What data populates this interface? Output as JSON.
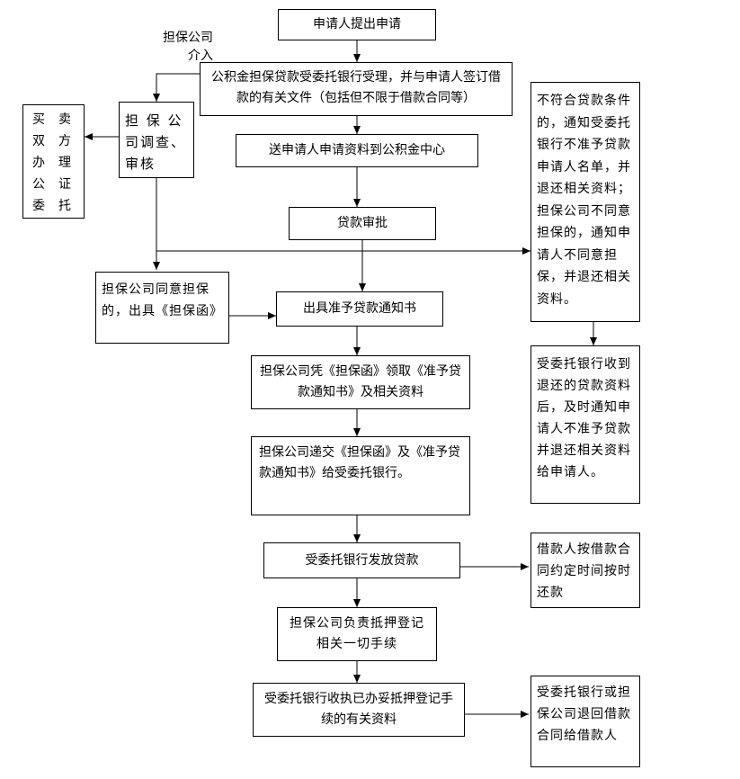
{
  "diagram": {
    "applicant_submit": "申请人提出申请",
    "bank_accept": "公积金担保贷款受委托银行受理，并与申请人签订借款的有关文件（包括但不限于借款合同等）",
    "guarantee_involve_line1": "担保公司",
    "guarantee_involve_line2": "介入",
    "seller_buyer_col1": "买双办公委",
    "seller_buyer_col2": "卖方理证托",
    "guarantee_investigate": "担 保 公 司调查、审核",
    "send_materials": "送申请人申请资料到公积金中心",
    "loan_approval": "贷款审批",
    "reject_notice": "不符合贷款条件的，通知受委托银行不准予贷款申请人名单，并退还相关资料；担保公司不同意担保的，通知申请人不同意担保，并退还相关资料。",
    "guarantee_agree": "担保公司同意担保的，出具《担保函》",
    "issue_notice": "出具准予贷款通知书",
    "bank_return_notice": "受委托银行收到退还的贷款资料后，及时通知申请人不准予贷款并退还相关资料给申请人。",
    "guarantee_collect": "担保公司凭《担保函》领取《准予贷款通知书》及相关资料",
    "guarantee_submit": "担保公司递交《担保函》及《准予贷款通知书》给受委托银行。",
    "bank_disburse": "受委托银行发放贷款",
    "borrower_repay": "借款人按借款合同约定时间按时还款",
    "mortgage_register": "担保公司负责抵押登记相关一切手续",
    "bank_collect_docs": "受委托银行收执已办妥抵押登记手续的有关资料",
    "return_contract": "受委托银行或担保公司退回借款合同给借款人"
  }
}
